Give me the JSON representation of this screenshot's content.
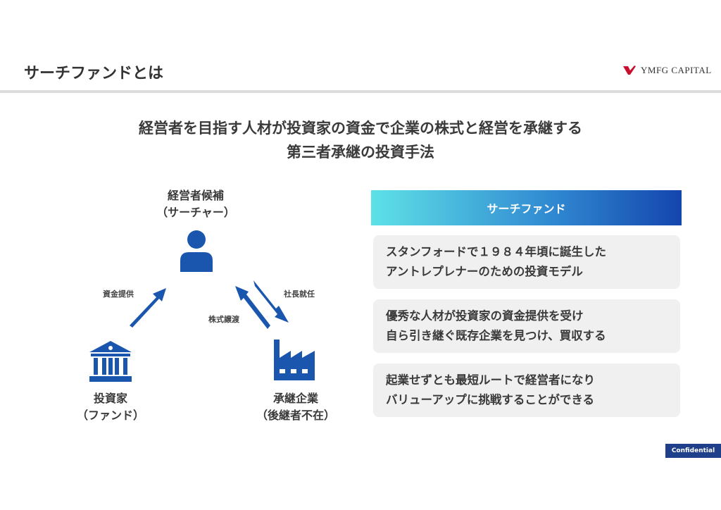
{
  "header": {
    "title": "サーチファンドとは",
    "logo_text": "YMFG CAPITAL"
  },
  "subtitle": {
    "line1": "経営者を目指す人材が投資家の資金で企業の株式と経営を承継する",
    "line2": "第三者承継の投資手法"
  },
  "diagram": {
    "searcher": {
      "name": "経営者候補",
      "sub": "（サーチャー）"
    },
    "investor": {
      "name": "投資家",
      "sub": "（ファンド）"
    },
    "company": {
      "name": "承継企業",
      "sub": "（後継者不在）"
    },
    "arrows": {
      "funding": "資金提供",
      "share_transfer": "株式譲渡",
      "ceo": "社長就任"
    }
  },
  "panel": {
    "title": "サーチファンド",
    "cards": [
      {
        "line1": "スタンフォードで１９８４年頃に誕生した",
        "line2": "アントレプレナーのための投資モデル"
      },
      {
        "line1": "優秀な人材が投資家の資金提供を受け",
        "line2": "自ら引き継ぐ既存企業を見つけ、買収する"
      },
      {
        "line1": "起業せずとも最短ルートで経営者になり",
        "line2": "バリューアップに挑戦することができる"
      }
    ]
  },
  "footer": {
    "confidential": "Confidential"
  },
  "colors": {
    "icon_blue": "#1a56ad",
    "badge": "#1f3f8a"
  }
}
